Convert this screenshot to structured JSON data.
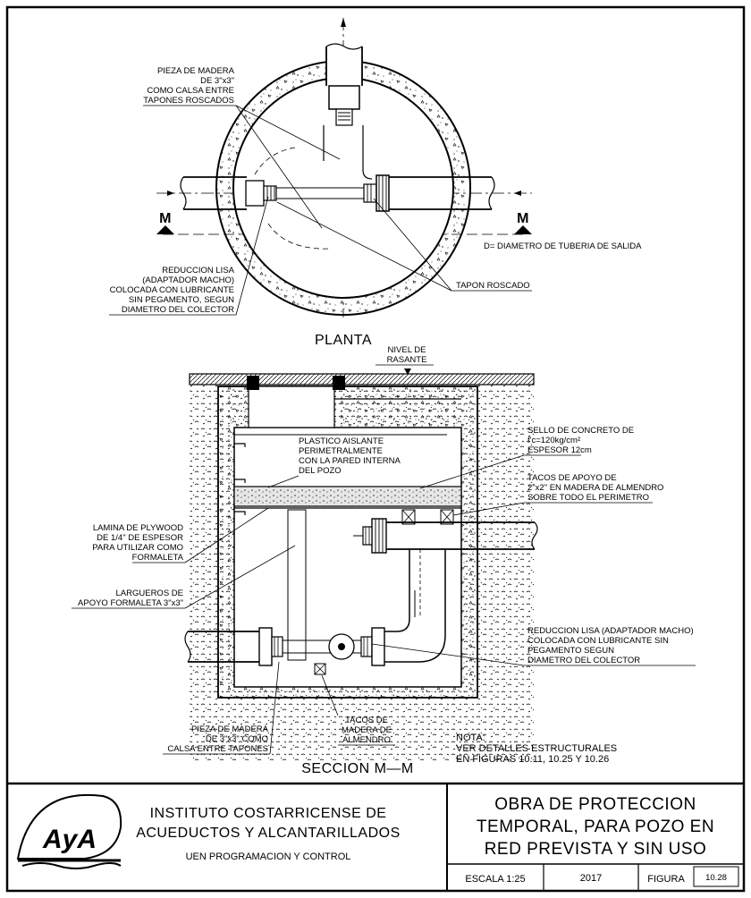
{
  "plan": {
    "title": "PLANTA",
    "label_pieza": [
      "PIEZA DE MADERA",
      "DE 3\"x3\"",
      "COMO CALSA ENTRE",
      "TAPONES ROSCADOS"
    ],
    "label_reduccion": [
      "REDUCCION LISA",
      "(ADAPTADOR MACHO)",
      "COLOCADA CON LUBRICANTE",
      "SIN PEGAMENTO, SEGUN",
      "DIAMETRO DEL COLECTOR"
    ],
    "label_tapon": "TAPON ROSCADO",
    "label_diametro": "D= DIAMETRO DE TUBERIA DE SALIDA",
    "section_mark": "M"
  },
  "section": {
    "title": "SECCION M—M",
    "label_nivel": [
      "NIVEL DE",
      "RASANTE"
    ],
    "label_plastico": [
      "PLASTICO AISLANTE",
      "PERIMETRALMENTE",
      "CON LA PARED INTERNA",
      "DEL POZO"
    ],
    "label_sello": [
      "SELLO DE CONCRETO DE",
      "f'c=120kg/cm²",
      "ESPESOR 12cm"
    ],
    "label_tacos_apoyo": [
      "TACOS DE APOYO DE",
      "2\"x2\" EN MADERA DE ALMENDRO",
      "SOBRE TODO EL PERIMETRO"
    ],
    "label_lamina": [
      "LAMINA DE PLYWOOD",
      "DE 1/4\" DE ESPESOR",
      "PARA UTILIZAR COMO",
      "FORMALETA"
    ],
    "label_largueros": [
      "LARGUEROS DE",
      "APOYO FORMALETA 3\"x3\""
    ],
    "label_reduccion": [
      "REDUCCION LISA (ADAPTADOR MACHO)",
      "COLOCADA CON LUBRICANTE SIN",
      "PEGAMENTO SEGUN",
      "DIAMETRO DEL COLECTOR"
    ],
    "label_pieza": [
      "PIEZA DE MADERA",
      "DE 3\"x3\" COMO",
      "CALSA ENTRE TAPONES"
    ],
    "label_tacos": [
      "TACOS DE",
      "MADERA DE",
      "ALMENDRO"
    ],
    "nota": [
      "NOTA:",
      "VER DETALLES ESTRUCTURALES",
      "EN FIGURAS 10.11, 10.25 Y 10.26"
    ]
  },
  "titleblock": {
    "institution_line1": "INSTITUTO COSTARRICENSE DE",
    "institution_line2": "ACUEDUCTOS Y ALCANTARILLADOS",
    "institution_line3": "UEN PROGRAMACION Y CONTROL",
    "logo_text": "AyA",
    "drawing_title": [
      "OBRA  DE  PROTECCION",
      "TEMPORAL,  PARA  POZO  EN",
      "RED  PREVISTA  Y  SIN  USO"
    ],
    "escala": "ESCALA 1:25",
    "year": "2017",
    "figura_label": "FIGURA",
    "figura_num": "10.28"
  }
}
